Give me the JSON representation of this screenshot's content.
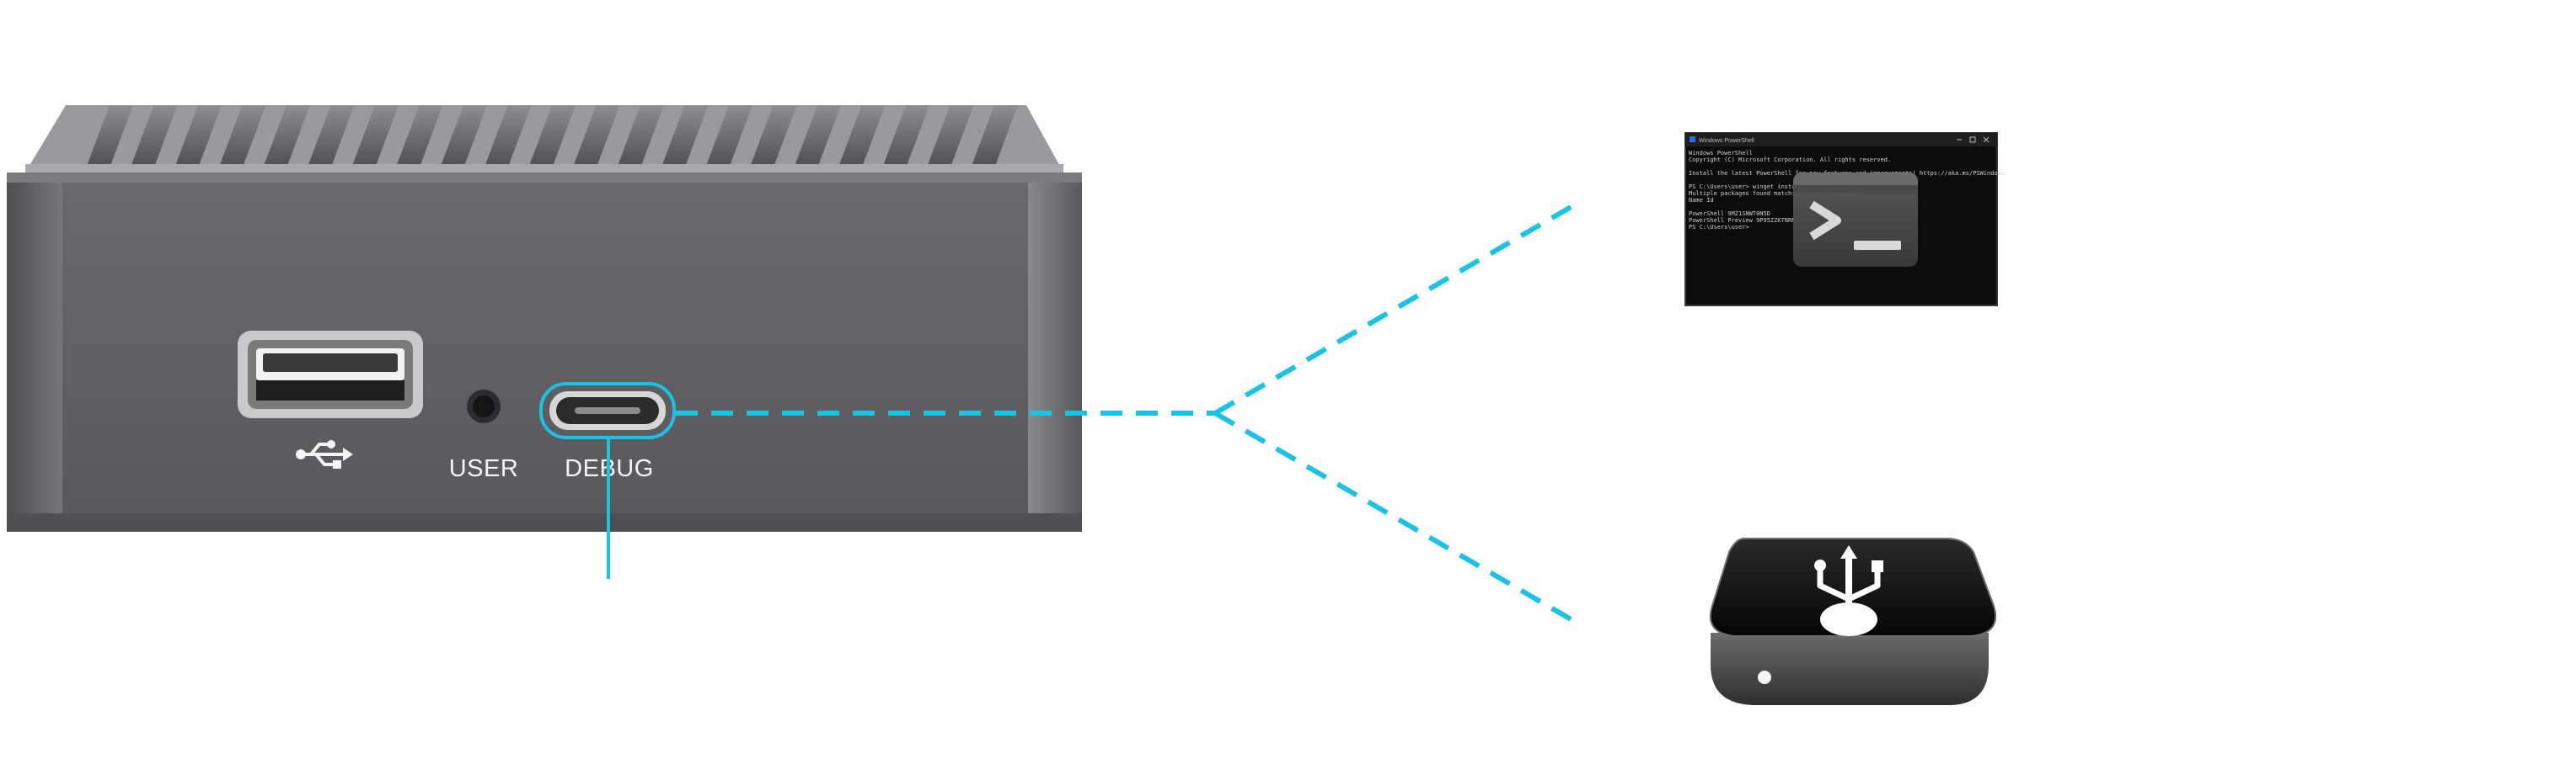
{
  "device": {
    "ports": [
      {
        "id": "usb-a",
        "label": "",
        "icon": "usb-symbol-icon"
      },
      {
        "id": "user",
        "label": "USER"
      },
      {
        "id": "debug",
        "label": "DEBUG"
      }
    ]
  },
  "terminal": {
    "title": "Windows PowerShell",
    "lines": [
      "Windows PowerShell",
      "Copyright (C) Microsoft Corporation. All rights reserved.",
      "",
      "Install the latest PowerShell for new features and improvements! https://aka.ms/PSWindows",
      "",
      "PS C:\\Users\\user> winget install PowerShell",
      "Multiple packages found matching input criteria.",
      "Name                      Id",
      "",
      "PowerShell               9MZ1SNWT0N5D",
      "PowerShell Preview       9P95ZZKTNRN4",
      "PS C:\\Users\\user>"
    ]
  },
  "colors": {
    "accent": "#19c3e6",
    "device_body": "#5d5d60",
    "terminal_bg": "#0c0c0c"
  },
  "icons": [
    "terminal-prompt-icon",
    "usb-symbol-icon"
  ]
}
